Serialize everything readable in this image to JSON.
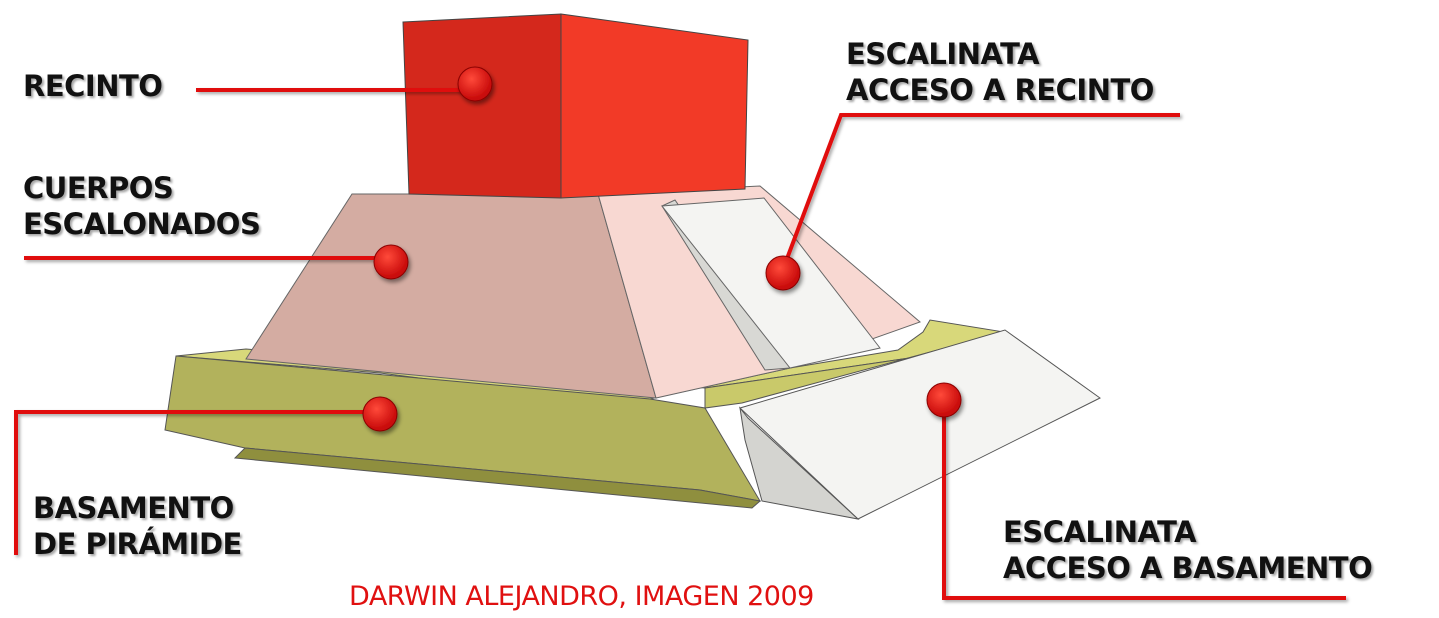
{
  "labels": {
    "recinto": "RECINTO",
    "cuerpos_1": "CUERPOS",
    "cuerpos_2": "ESCALONADOS",
    "basamento_1": "BASAMENTO",
    "basamento_2": "DE PIRÁMIDE",
    "escalinata_recinto_1": "ESCALINATA",
    "escalinata_recinto_2": "ACCESO A RECINTO",
    "escalinata_basamento_1": "ESCALINATA",
    "escalinata_basamento_2": "ACCESO A BASAMENTO"
  },
  "credit": "DARWIN ALEJANDRO, IMAGEN 2009",
  "colors": {
    "recinto_front": "#d4281c",
    "recinto_side": "#f23a27",
    "cuerpos_front": "#d4aca2",
    "cuerpos_side": "#f8d8d2",
    "basamento_front": "#b2b25c",
    "basamento_top": "#d8d87a",
    "escalinata": "#f4f4f2",
    "leader_line": "#e01010",
    "marker": "#e81010"
  }
}
